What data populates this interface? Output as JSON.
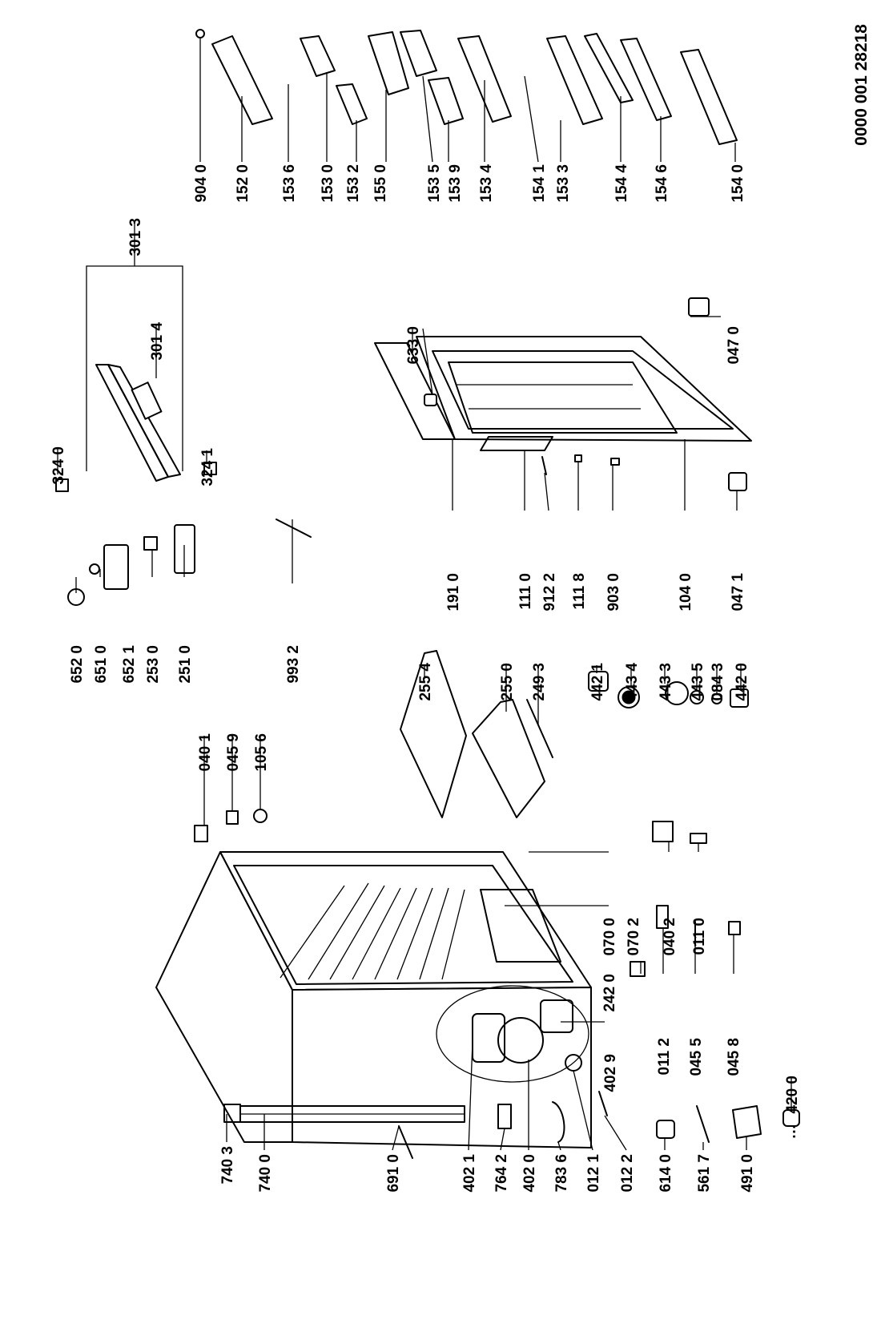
{
  "document_number": "0000 001 28218",
  "ellipsis_mark": "…",
  "labels": {
    "l9040": "904 0",
    "l1520": "152 0",
    "l1536": "153 6",
    "l1530": "153 0",
    "l1532": "153 2",
    "l1550": "155 0",
    "l1535": "153 5",
    "l1539": "153 9",
    "l1534": "153 4",
    "l1541": "154 1",
    "l1533": "153 3",
    "l1544": "154 4",
    "l1546": "154 6",
    "l1540": "154 0",
    "l3013": "301 3",
    "l3014": "301 4",
    "l3240": "324 0",
    "l3241": "324 1",
    "l6330": "633 0",
    "l0470": "047 0",
    "l0471": "047 1",
    "l6520": "652 0",
    "l6510": "651 0",
    "l6521": "652 1",
    "l2530": "253 0",
    "l2510": "251 0",
    "l0401": "040 1",
    "l0459": "045 9",
    "l1056": "105 6",
    "l9932": "993 2",
    "l2554": "255 4",
    "l2550": "255 0",
    "l2493": "249 3",
    "l1910": "191 0",
    "l1110": "111 0",
    "l9122": "912 2",
    "l1118": "111 8",
    "l9030": "903 0",
    "l1040": "104 0",
    "l4421": "442 1",
    "l4434": "443 4",
    "l4433": "443 3",
    "l4435": "443 5",
    "l0843": "084 3",
    "l4420": "442 0",
    "l0700": "070 0",
    "l2420": "242 0",
    "l0702": "070 2",
    "l0402": "040 2",
    "l0110": "011 0",
    "l0112": "011 2",
    "l0455": "045 5",
    "l0458": "045 8",
    "l4029": "402 9",
    "l4200": "420 0",
    "l7403": "740 3",
    "l7400": "740 0",
    "l6910": "691 0",
    "l4021": "402 1",
    "l7642": "764 2",
    "l4020": "402 0",
    "l7836": "783 6",
    "l0121": "012 1",
    "l0122": "012 2",
    "l6140": "614 0",
    "l5617": "561 7",
    "l4910": "491 0"
  }
}
